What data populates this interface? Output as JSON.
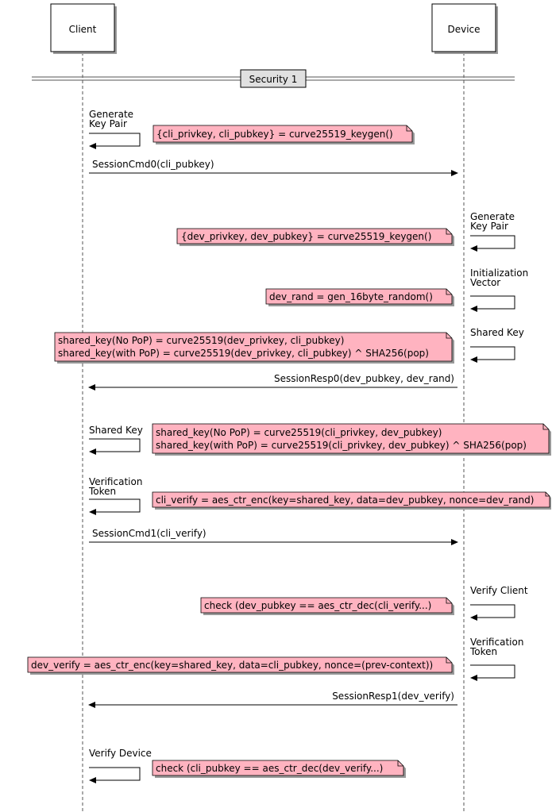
{
  "participants": {
    "client": "Client",
    "device": "Device"
  },
  "separator": "Security 1",
  "messages": {
    "session_cmd0": "SessionCmd0(cli_pubkey)",
    "session_resp0": "SessionResp0(dev_pubkey, dev_rand)",
    "session_cmd1": "SessionCmd1(cli_verify)",
    "session_resp1": "SessionResp1(dev_verify)"
  },
  "self_calls": {
    "client_gen_keypair": [
      "Generate",
      "Key Pair"
    ],
    "device_gen_keypair": [
      "Generate",
      "Key Pair"
    ],
    "device_init_vector": [
      "Initialization",
      "Vector"
    ],
    "device_shared_key": [
      "Shared Key"
    ],
    "client_shared_key": [
      "Shared Key"
    ],
    "client_verif_token": [
      "Verification",
      "Token"
    ],
    "device_verify_client": [
      "Verify Client"
    ],
    "device_verif_token": [
      "Verification",
      "Token"
    ],
    "client_verify_device": [
      "Verify Device"
    ]
  },
  "notes": {
    "client_keygen": [
      "{cli_privkey, cli_pubkey} = curve25519_keygen()"
    ],
    "device_keygen": [
      "{dev_privkey, dev_pubkey} = curve25519_keygen()"
    ],
    "device_rand": [
      "dev_rand = gen_16byte_random()"
    ],
    "device_shared": [
      "shared_key(No PoP) = curve25519(dev_privkey, cli_pubkey)",
      "shared_key(with PoP) = curve25519(dev_privkey, cli_pubkey) ^ SHA256(pop)"
    ],
    "client_shared": [
      "shared_key(No PoP) = curve25519(cli_privkey, dev_pubkey)",
      "shared_key(with PoP) = curve25519(cli_privkey, dev_pubkey) ^ SHA256(pop)"
    ],
    "client_verify": [
      "cli_verify = aes_ctr_enc(key=shared_key, data=dev_pubkey, nonce=dev_rand)"
    ],
    "device_check": [
      "check (dev_pubkey == aes_ctr_dec(cli_verify...)"
    ],
    "device_verify": [
      "dev_verify = aes_ctr_enc(key=shared_key, data=cli_pubkey, nonce=(prev-context))"
    ],
    "client_check": [
      "check (cli_pubkey == aes_ctr_dec(dev_verify...)"
    ]
  }
}
